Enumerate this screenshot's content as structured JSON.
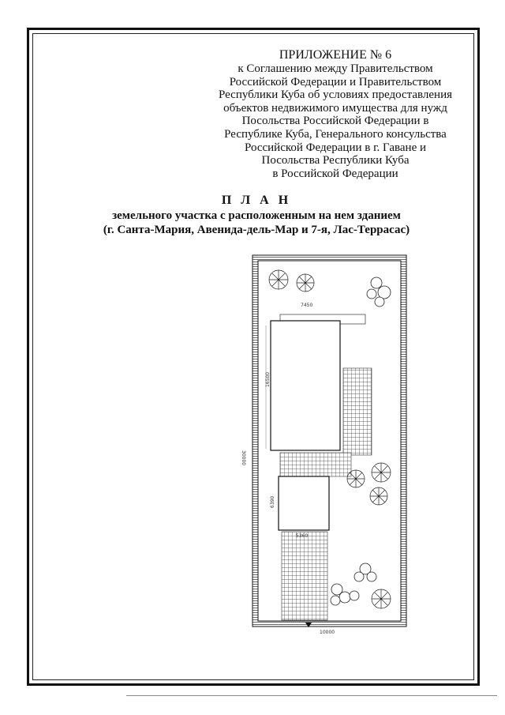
{
  "appendix": {
    "title": "ПРИЛОЖЕНИЕ № 6",
    "lines": [
      "к Соглашению между Правительством",
      "Российской Федерации и Правительством",
      "Республики Куба об условиях предоставления",
      "объектов недвижимого имущества для нужд",
      "Посольства Российской Федерации в",
      "Республике Куба, Генерального консульства",
      "Российской Федерации в г. Гаване и",
      "Посольства Республики Куба",
      "в Российской Федерации"
    ]
  },
  "plan": {
    "title": "П Л А Н",
    "subtitle_line1": "земельного участка с расположенным на нем зданием",
    "subtitle_line2": "(г. Санта-Мария, Авенида-дель-Мар и 7-я, Лас-Террасас)"
  },
  "site_plan": {
    "dimensions": {
      "top_width": "7450",
      "building_length": "16500",
      "plot_length": "30000",
      "annex_length": "6390",
      "annex_width": "5360",
      "plot_width": "10000"
    }
  }
}
